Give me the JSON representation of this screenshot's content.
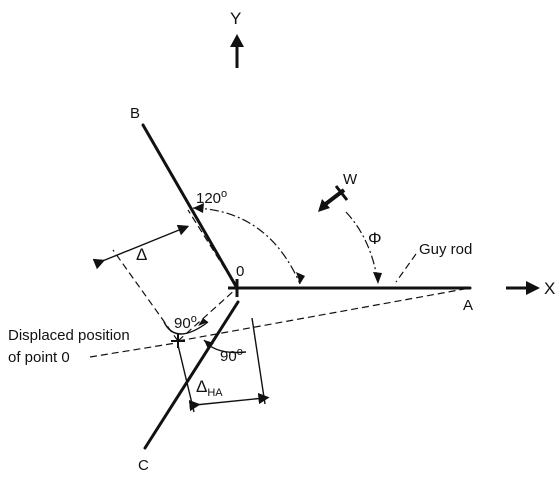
{
  "labels": {
    "y_axis": "Y",
    "x_axis": "X",
    "point_b": "B",
    "point_c": "C",
    "point_a": "A",
    "point_o": "0",
    "wind": "W",
    "angle_120": "120",
    "angle_phi": "Φ",
    "guy_rod": "Guy rod",
    "delta": "Δ",
    "angle_90_left": "90",
    "angle_90_right": "90",
    "delta_ha_main": "Δ",
    "delta_ha_sub": "HA",
    "displaced_line1": "Displaced position",
    "displaced_line2": "of point 0",
    "degree": "o"
  }
}
